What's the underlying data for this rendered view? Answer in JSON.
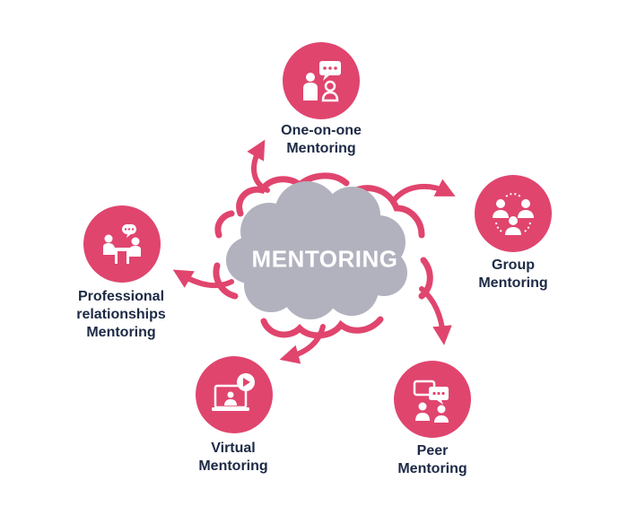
{
  "center": {
    "label": "MENTORING"
  },
  "colors": {
    "accent": "#e0456e",
    "cloud": "#b2b2bf",
    "text": "#1d2a45",
    "background": "#ffffff"
  },
  "nodes": [
    {
      "id": "one-on-one",
      "icon": "conversation-icon",
      "lines": [
        "One-on-one",
        "Mentoring"
      ]
    },
    {
      "id": "group",
      "icon": "group-icon",
      "lines": [
        "Group",
        "Mentoring"
      ]
    },
    {
      "id": "peer",
      "icon": "chat-bubbles-icon",
      "lines": [
        "Peer",
        "Mentoring"
      ]
    },
    {
      "id": "virtual",
      "icon": "video-call-icon",
      "lines": [
        "Virtual",
        "Mentoring"
      ]
    },
    {
      "id": "professional",
      "icon": "meeting-table-icon",
      "lines": [
        "Professional",
        "relationships",
        "Mentoring"
      ]
    }
  ]
}
